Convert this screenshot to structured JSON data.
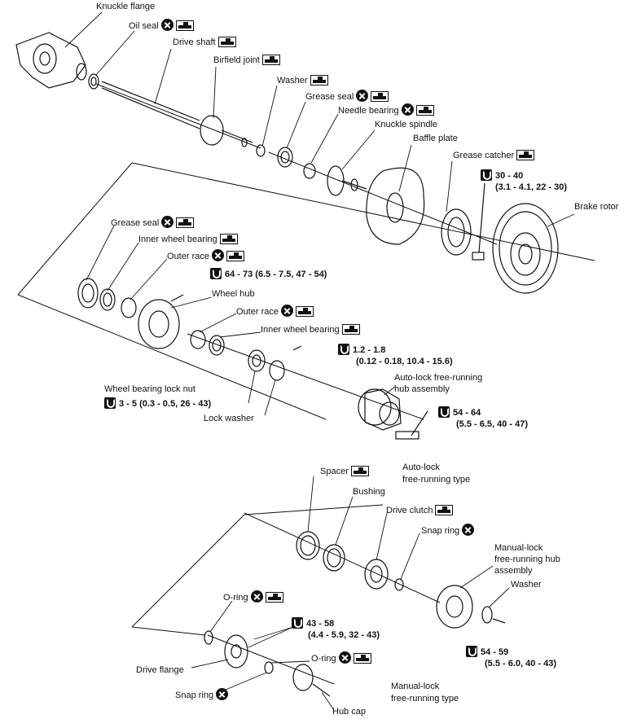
{
  "labels": {
    "knuckle_flange": "Knuckle flange",
    "oil_seal": "Oil seal",
    "drive_shaft": "Drive shaft",
    "birfield_joint": "Birfield joint",
    "washer_top": "Washer",
    "grease_seal_top": "Grease seal",
    "needle_bearing": "Needle bearing",
    "knuckle_spindle": "Knuckle spindle",
    "baffle_plate": "Baffle plate",
    "grease_catcher": "Grease catcher",
    "brake_rotor": "Brake rotor",
    "grease_seal_left": "Grease seal",
    "inner_wheel_bearing_left": "Inner wheel bearing",
    "outer_race_left": "Outer race",
    "wheel_hub": "Wheel hub",
    "outer_race_right": "Outer race",
    "inner_wheel_bearing_right": "Inner wheel bearing",
    "wheel_bearing_lock_nut": "Wheel bearing lock nut",
    "lock_washer": "Lock washer",
    "auto_lock_hub_1": "Auto-lock free-running",
    "auto_lock_hub_2": "hub assembly",
    "spacer": "Spacer",
    "bushing": "Bushing",
    "auto_lock_type_1": "Auto-lock",
    "auto_lock_type_2": "free-running type",
    "drive_clutch": "Drive clutch",
    "snap_ring_right": "Snap ring",
    "manual_lock_hub_1": "Manual-lock",
    "manual_lock_hub_2": "free-running hub",
    "manual_lock_hub_3": "assembly",
    "washer_bottom": "Washer",
    "o_ring_left": "O-ring",
    "o_ring_right": "O-ring",
    "drive_flange": "Drive flange",
    "snap_ring_left": "Snap ring",
    "hub_cap": "Hub cap",
    "manual_lock_type_1": "Manual-lock",
    "manual_lock_type_2": "free-running type"
  },
  "torques": {
    "grease_catcher_bolt_1": "30 - 40",
    "grease_catcher_bolt_2": "(3.1 - 4.1, 22 - 30)",
    "hub_bolt": "64 - 73 (6.5 - 7.5, 47 - 54)",
    "lock_screw_1": "1.2 - 1.8",
    "lock_screw_2": "(0.12 - 0.18, 10.4 - 15.6)",
    "lock_nut": "3 - 5 (0.3 - 0.5, 26 - 43)",
    "auto_hub_bolt_1": "54 - 64",
    "auto_hub_bolt_2": "(5.5 - 6.5, 40 - 47)",
    "drive_flange_bolt_1": "43 - 58",
    "drive_flange_bolt_2": "(4.4 - 5.9, 32 - 43)",
    "manual_hub_bolt_1": "54 - 59",
    "manual_hub_bolt_2": "(5.5 - 6.0, 40 - 43)"
  },
  "icons": {
    "replace": "x-circle-icon",
    "grease": "grease-icon",
    "torque": "torque-wrench-icon"
  }
}
